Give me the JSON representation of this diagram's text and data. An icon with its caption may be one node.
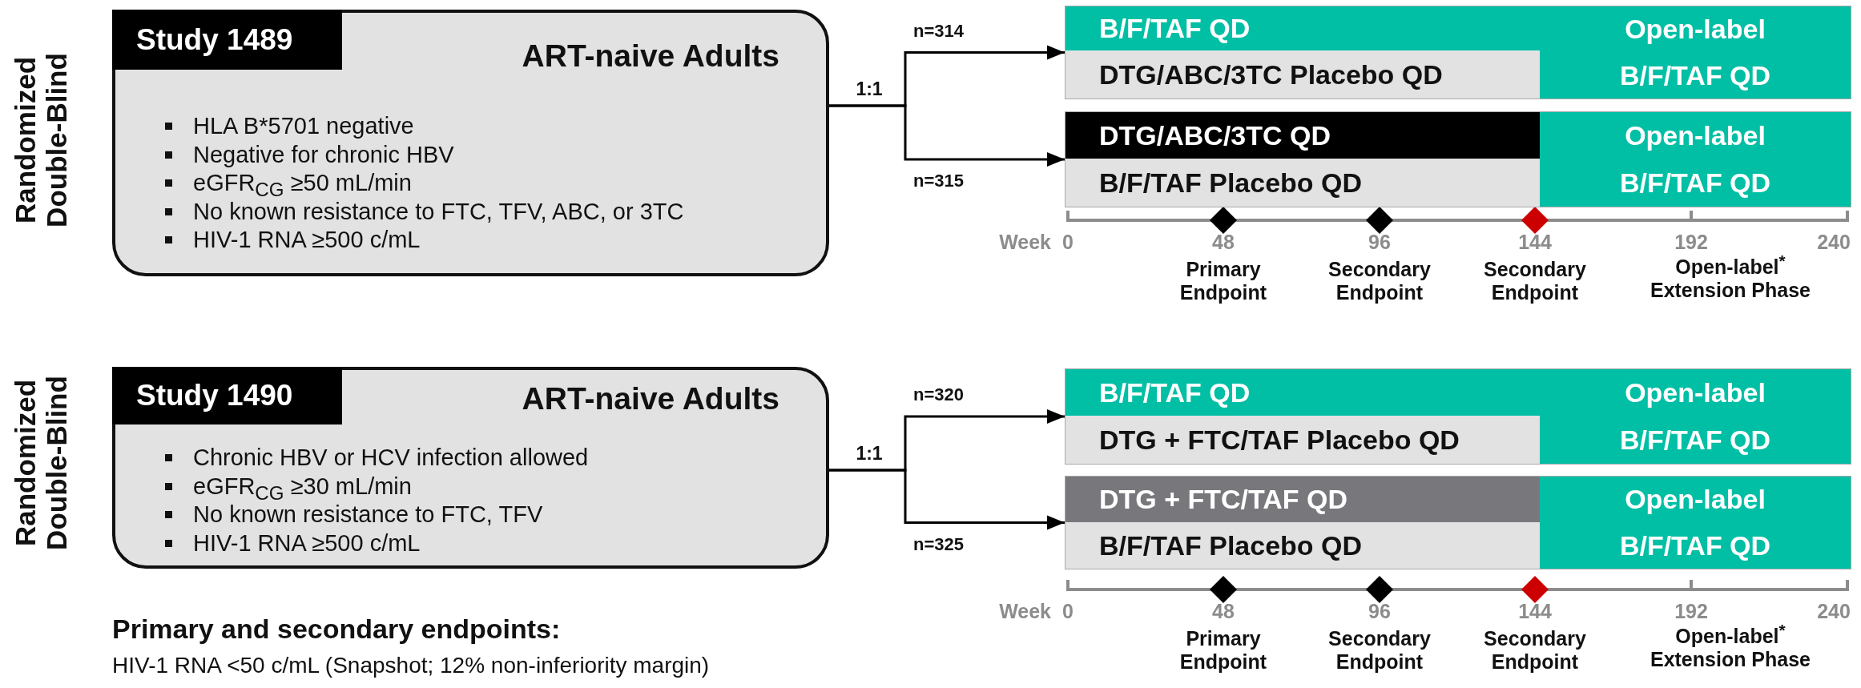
{
  "diagram": {
    "nodes": [
      {
        "text": [
          "ART-naive Adults",
          "HLA B*5701 negative",
          "Negative for chronic HBV",
          "eGFR$_{CG}$ ≥50 mL/min",
          "No known resistance to FTC, TFV, ABC, or 3TC",
          "HIV-1 RNA ≥500 c/mL"
        ]
      },
      {
        "text": [
          "Study 1489"
        ],
        "in": 0
      },
      {
        "text": [],
        "shape": "box"
      },
      {
        "text": [
          "B/F/TAF QD"
        ],
        "in": 2
      },
      {
        "text": [
          "DTG/ABC/3TC Placebo QD"
        ],
        "in": 2
      },
      {
        "text": [
          "Open-label",
          "B/F/TAF QD"
        ],
        "in": 2
      },
      {
        "text": [],
        "shape": "box"
      },
      {
        "text": [
          "DTG/ABC/3TC QD"
        ],
        "in": 6
      },
      {
        "text": [
          "B/F/TAF Placebo QD"
        ],
        "in": 6
      },
      {
        "text": [
          "Open-label",
          "B/F/TAF QD"
        ],
        "in": 6
      },
      {
        "text": [
          "ART-naive Adults",
          "Chronic HBV or HCV infection allowed",
          "eGFR$_{CG}$ ≥30 mL/min",
          "No known resistance to FTC, TFV",
          "HIV-1 RNA ≥500 c/mL"
        ]
      },
      {
        "text": [
          "Study 1490"
        ],
        "in": 10
      },
      {
        "text": [],
        "shape": "box"
      },
      {
        "text": [
          "B/F/TAF QD"
        ],
        "in": 12
      },
      {
        "text": [
          "DTG + FTC/TAF Placebo QD"
        ],
        "in": 12
      },
      {
        "text": [
          "Open-label",
          "B/F/TAF QD"
        ],
        "in": 12
      },
      {
        "text": [],
        "shape": "box"
      },
      {
        "text": [
          "DTG + FTC/TAF QD"
        ],
        "in": 16
      },
      {
        "text": [
          "B/F/TAF Placebo QD"
        ],
        "in": 16
      },
      {
        "text": [
          "Open-label",
          "B/F/TAF QD"
        ],
        "in": 16
      }
    ],
    "edges": [
      {
        "from": 0,
        "to": 2,
        "arrow": "to",
        "label": "n=314"
      },
      {
        "from": 0,
        "to": 6,
        "arrow": "to",
        "label": "n=315"
      },
      {
        "from": 10,
        "to": 12,
        "arrow": "to",
        "label": "n=320"
      },
      {
        "from": 10,
        "to": 16,
        "arrow": "to",
        "label": "n=325"
      }
    ],
    "labels": [
      "Randomized Double-Blind",
      "1:1",
      "Week",
      "0",
      "48",
      "96",
      "144",
      "192",
      "240",
      "Primary Endpoint",
      "Secondary Endpoint",
      "Secondary Endpoint",
      "Open-label$^{*}$ Extension Phase",
      "Randomized Double-Blind",
      "1:1",
      "Week",
      "0",
      "48",
      "96",
      "144",
      "192",
      "240",
      "Primary Endpoint",
      "Secondary Endpoint",
      "Secondary Endpoint",
      "Open-label$^{*}$ Extension Phase",
      "Primary and secondary endpoints:",
      "HIV-1 RNA <50 c/mL (Snapshot; 12% non-inferiority margin)"
    ]
  }
}
